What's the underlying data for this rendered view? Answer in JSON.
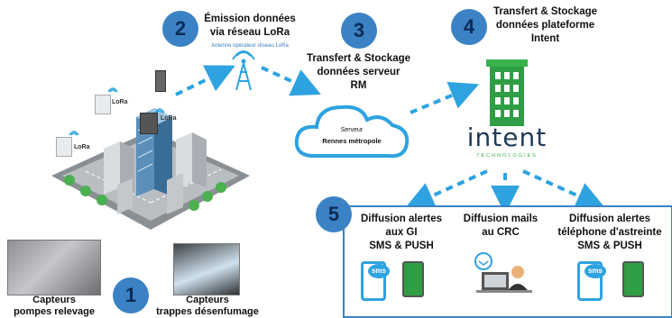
{
  "steps": {
    "s1": {
      "number": "1"
    },
    "s2": {
      "number": "2",
      "line1": "Émission données",
      "line2": "via réseau LoRa",
      "sub": "Antenne opérateur réseau LoRa"
    },
    "s3": {
      "number": "3",
      "line1": "Transfert & Stockage",
      "line2": "données serveur",
      "line3": "RM"
    },
    "s4": {
      "number": "4",
      "line1": "Transfert & Stockage",
      "line2": "données plateforme",
      "line3": "Intent"
    },
    "s5": {
      "number": "5"
    }
  },
  "server": {
    "label": "Serveur",
    "name": "Rennes métropole"
  },
  "logo": {
    "brand": "intent",
    "tagline": "TECHNOLOGIES"
  },
  "sensors": {
    "lora_tag": "LoRa"
  },
  "captions": {
    "pumps_line1": "Capteurs",
    "pumps_line2": "pompes relevage",
    "hatches_line1": "Capteurs",
    "hatches_line2": "trappes désenfumage"
  },
  "alerts": {
    "gi": {
      "line1": "Diffusion alertes",
      "line2": "aux GI",
      "line3": "SMS & PUSH"
    },
    "crc": {
      "line1": "Diffusion mails",
      "line2": "au CRC"
    },
    "phone": {
      "line1": "Diffusion alertes",
      "line2": "téléphone d'astreinte",
      "line3": "SMS & PUSH"
    },
    "sms_badge": "sms"
  },
  "colors": {
    "accent": "#3b82c4",
    "arrow": "#2ea3e0",
    "intent_green": "#2f9e44"
  }
}
